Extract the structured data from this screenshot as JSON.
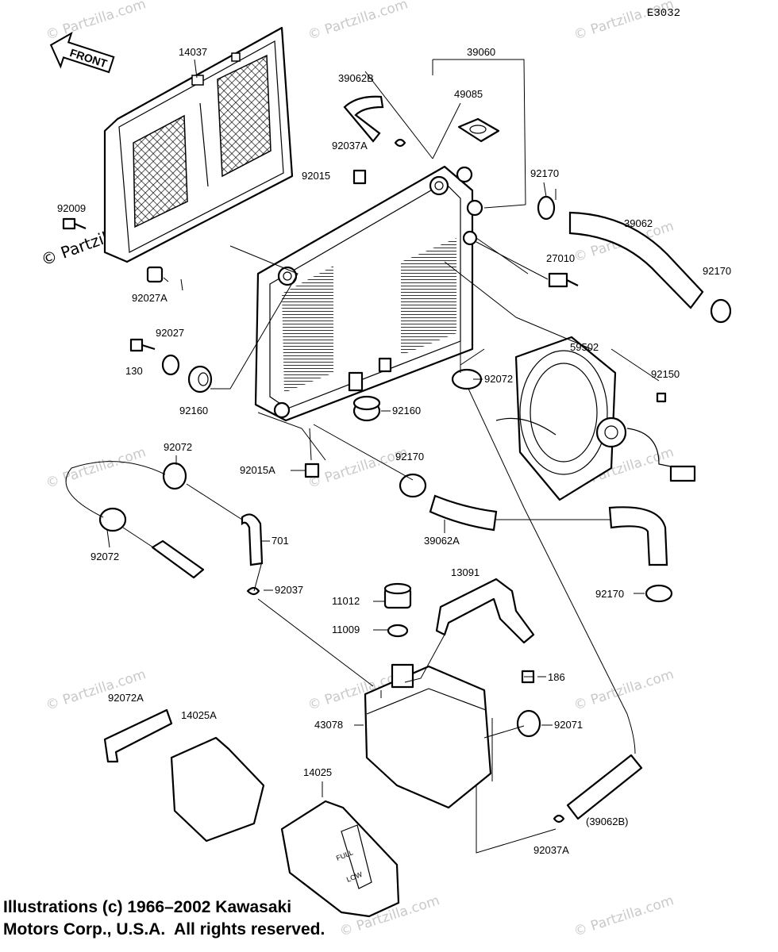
{
  "diagram_code": "E3032",
  "front_label": "FRONT",
  "copyright_lines": [
    "Illustrations (c) 1966–2002 Kawasaki",
    "Motors Corp., U.S.A.  All rights reserved."
  ],
  "watermarks": {
    "text": "© Partzilla.com",
    "corner_text": "© Partzilla.com"
  },
  "parts": [
    {
      "id": "14037",
      "label": "14037"
    },
    {
      "id": "39060",
      "label": "39060"
    },
    {
      "id": "39062B",
      "label": "39062B"
    },
    {
      "id": "49085",
      "label": "49085"
    },
    {
      "id": "92037A_top",
      "label": "92037A"
    },
    {
      "id": "92015",
      "label": "92015"
    },
    {
      "id": "92170_a",
      "label": "92170"
    },
    {
      "id": "39062",
      "label": "39062"
    },
    {
      "id": "92170_b",
      "label": "92170"
    },
    {
      "id": "27010",
      "label": "27010"
    },
    {
      "id": "92009",
      "label": "92009"
    },
    {
      "id": "92027A",
      "label": "92027A"
    },
    {
      "id": "92027",
      "label": "92027"
    },
    {
      "id": "130",
      "label": "130"
    },
    {
      "id": "92160_a",
      "label": "92160"
    },
    {
      "id": "59502",
      "label": "59502"
    },
    {
      "id": "92072_a",
      "label": "92072"
    },
    {
      "id": "92150",
      "label": "92150"
    },
    {
      "id": "92160_b",
      "label": "92160"
    },
    {
      "id": "92072_b",
      "label": "92072"
    },
    {
      "id": "92015A",
      "label": "92015A"
    },
    {
      "id": "92170_c",
      "label": "92170"
    },
    {
      "id": "39062A",
      "label": "39062A"
    },
    {
      "id": "701",
      "label": "701"
    },
    {
      "id": "92072_c",
      "label": "92072"
    },
    {
      "id": "92037",
      "label": "92037"
    },
    {
      "id": "92170_d",
      "label": "92170"
    },
    {
      "id": "13091",
      "label": "13091"
    },
    {
      "id": "11012",
      "label": "11012"
    },
    {
      "id": "11009",
      "label": "11009"
    },
    {
      "id": "186",
      "label": "186"
    },
    {
      "id": "92072A",
      "label": "92072A"
    },
    {
      "id": "14025A",
      "label": "14025A"
    },
    {
      "id": "43078",
      "label": "43078"
    },
    {
      "id": "92071",
      "label": "92071"
    },
    {
      "id": "14025",
      "label": "14025"
    },
    {
      "id": "39062B_paren",
      "label": "(39062B)"
    },
    {
      "id": "92037A_bot",
      "label": "92037A"
    }
  ],
  "tank_marks": {
    "full": "FULL",
    "low": "LOW"
  }
}
